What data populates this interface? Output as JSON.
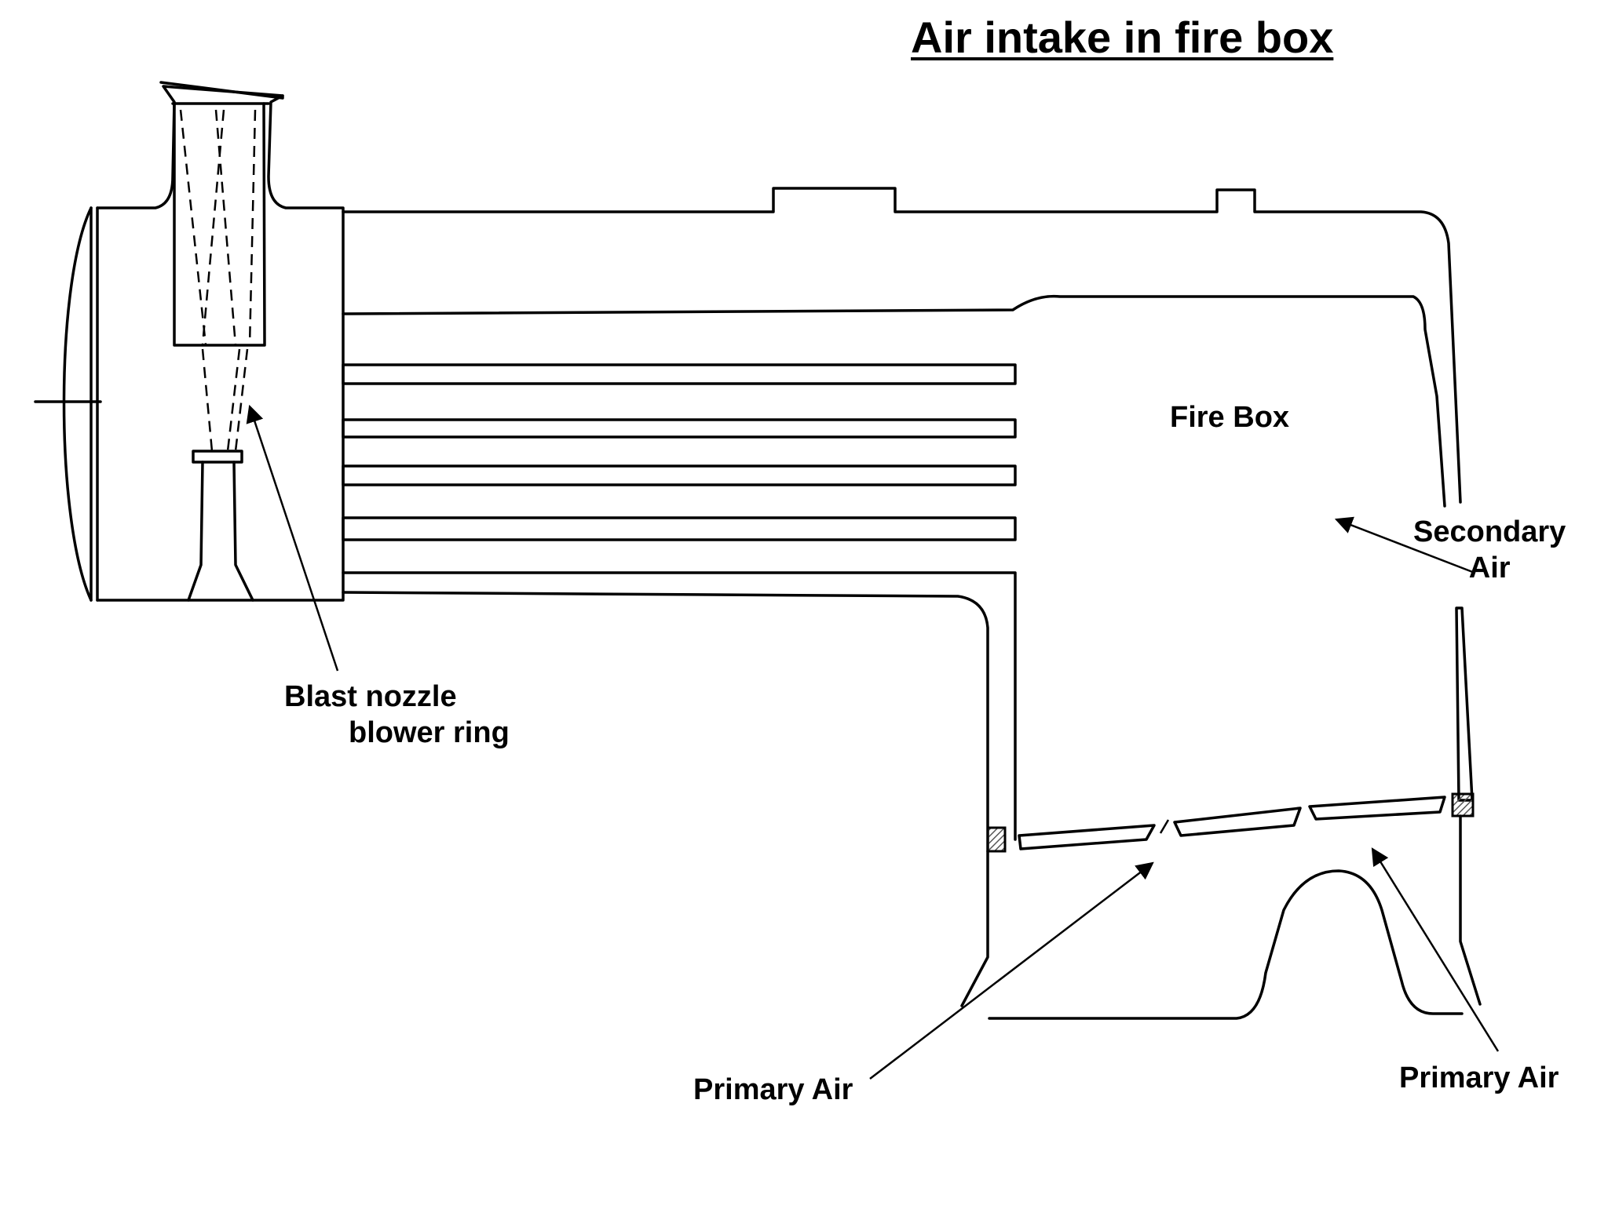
{
  "diagram": {
    "title": "Air intake in fire box",
    "labels": {
      "fire_box": "Fire Box",
      "secondary_air_line1": "Secondary",
      "secondary_air_line2": "Air",
      "blast_nozzle_line1": "Blast nozzle",
      "blast_nozzle_line2": "blower ring",
      "primary_air_left": "Primary Air",
      "primary_air_right": "Primary Air"
    },
    "colors": {
      "ink": "#000000",
      "hatch": "#555555",
      "background": "#ffffff"
    }
  }
}
